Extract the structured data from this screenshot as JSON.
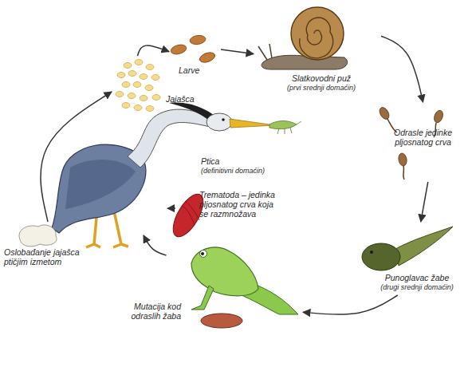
{
  "diagram": {
    "nodes": [
      {
        "text": [
          "Jajašca"
        ]
      },
      {
        "text": [
          "Larve"
        ]
      },
      {
        "text": [
          "Slatkovodni puž",
          "(prvi srednji domaćin)"
        ]
      },
      {
        "text": [
          "Odrasle jedinke pljosnatog crva"
        ]
      },
      {
        "text": [
          "Punoglavac žabe",
          "(drugi srednji domaćin)"
        ]
      },
      {
        "text": [
          "Mutacija kod odraslih žaba"
        ]
      },
      {
        "text": [
          "Ptica",
          "(definitivni domaćin)"
        ]
      },
      {
        "text": [
          "Trematoda – jedinka pljosnatog crva koja se razmnožava"
        ]
      },
      {
        "text": [
          "Oslobađanje jajašca ptičjim izmetom"
        ]
      }
    ],
    "edges": [
      {
        "from": 0,
        "to": 1,
        "arrow": "to"
      },
      {
        "from": 1,
        "to": 2,
        "arrow": "to"
      },
      {
        "from": 2,
        "to": 3,
        "arrow": "to"
      },
      {
        "from": 3,
        "to": 4,
        "arrow": "to"
      },
      {
        "from": 4,
        "to": 5,
        "arrow": "to"
      },
      {
        "from": 5,
        "to": 6,
        "arrow": "to"
      },
      {
        "from": 7,
        "to": 6,
        "arrow": "to"
      },
      {
        "from": 8,
        "to": 0,
        "arrow": "to"
      }
    ]
  }
}
